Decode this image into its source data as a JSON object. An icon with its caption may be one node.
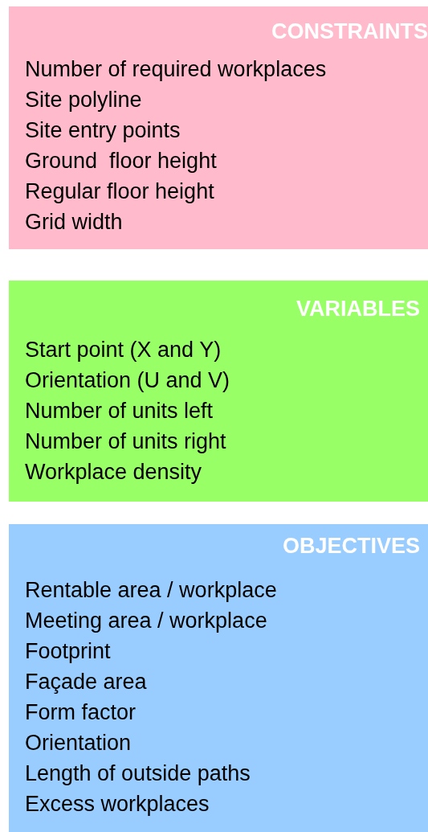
{
  "diagram": {
    "nodes": [
      {
        "text": [
          "CONSTRAINTS",
          "Number of required workplaces",
          "Site polyline",
          "Site entry points",
          "Ground  floor height",
          "Regular floor height",
          "Grid width"
        ]
      },
      {
        "text": [
          "VARIABLES",
          "Start point (X and Y)",
          "Orientation (U and V)",
          "Number of units left",
          "Number of units right",
          "Workplace density"
        ]
      },
      {
        "text": [
          "OBJECTIVES",
          "Rentable area / workplace",
          "Meeting area / workplace",
          "Footprint",
          "Façade area",
          "Form factor",
          "Orientation",
          "Length of outside paths",
          "Excess workplaces"
        ]
      }
    ]
  }
}
